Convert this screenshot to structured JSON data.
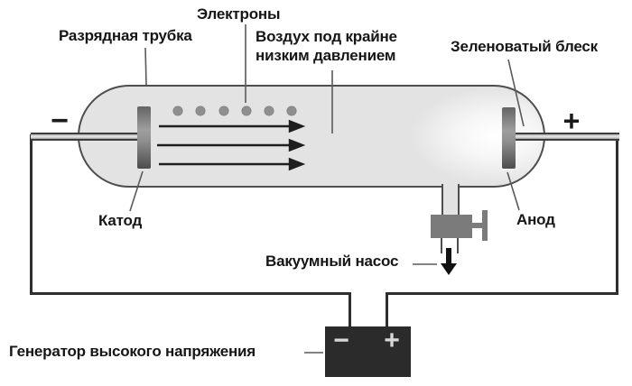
{
  "diagram": {
    "type": "cathode-ray discharge tube experiment",
    "labels": {
      "electrons": "Электроны",
      "discharge_tube": "Разрядная трубка",
      "air": "Воздух под крайне низким давлением",
      "glow": "Зеленоватый блеск",
      "cathode": "Катод",
      "anode": "Анод",
      "vacuum_pump": "Вакуумный насос",
      "generator": "Генератор высокого напряжения"
    },
    "signs": {
      "tube_minus": "−",
      "tube_plus": "+",
      "battery_minus": "−",
      "battery_plus": "+"
    },
    "electron_dot_count": 6,
    "beam_arrow_count": 3,
    "colors": {
      "tube_fill": "#e3e3e3",
      "tube_stroke": "#4e4e4e",
      "glow": "#ffffff",
      "electron_dot": "#8f8f8f",
      "valve": "#7b7b7b",
      "battery_fill": "#2b2b2b",
      "battery_sign": "#d8d8d8",
      "circuit_line": "#2f2f2f",
      "leader": "#5a5a5a",
      "text": "#161616"
    }
  }
}
